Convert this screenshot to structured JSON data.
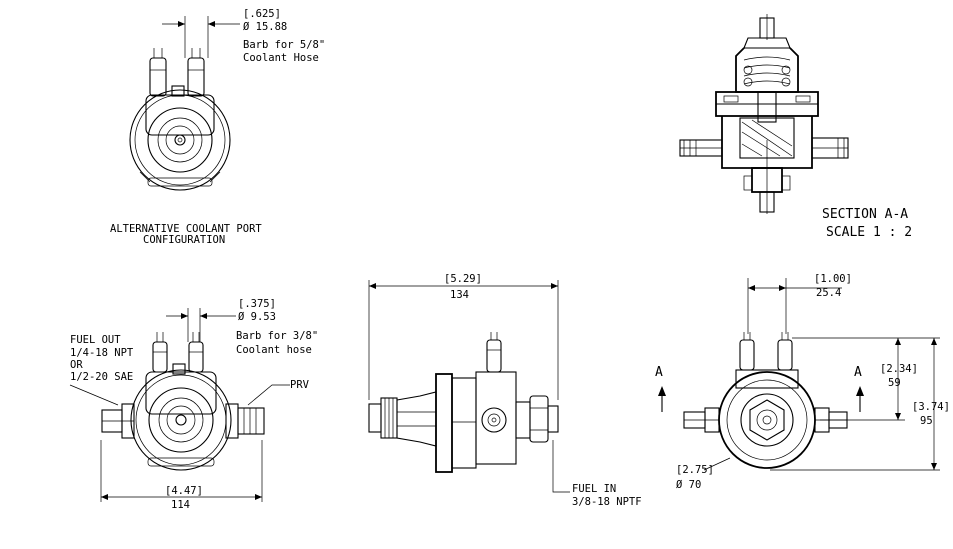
{
  "top_left_view": {
    "dim_inch": "[.625]",
    "dim_mm": "Ø 15.88",
    "barb_line1": "Barb for 5/8\"",
    "barb_line2": "Coolant Hose",
    "caption_line1": "ALTERNATIVE COOLANT PORT",
    "caption_line2": "CONFIGURATION"
  },
  "section_view": {
    "title_line1": "SECTION A-A",
    "title_line2": "SCALE 1 : 2"
  },
  "front_view": {
    "dim_inch": "[.375]",
    "dim_mm": "Ø 9.53",
    "barb_line1": "Barb for 3/8\"",
    "barb_line2": "Coolant hose",
    "fuel_out_line1": "FUEL OUT",
    "fuel_out_line2": "1/4-18 NPT",
    "fuel_out_line3": "OR",
    "fuel_out_line4": "1/2-20 SAE",
    "prv_label": "PRV",
    "width_inch": "[4.47]",
    "width_mm": "114"
  },
  "side_view": {
    "length_inch": "[5.29]",
    "length_mm": "134",
    "fuel_in_line1": "FUEL IN",
    "fuel_in_line2": "3/8-18 NPTF"
  },
  "right_view": {
    "top_dim_inch": "[1.00]",
    "top_dim_mm": "25.4",
    "height1_inch": "[2.34]",
    "height1_mm": "59",
    "height2_inch": "[3.74]",
    "height2_mm": "95",
    "dia_inch": "[2.75]",
    "dia_mm": "Ø 70",
    "section_mark_left": "A",
    "section_mark_right": "A"
  }
}
